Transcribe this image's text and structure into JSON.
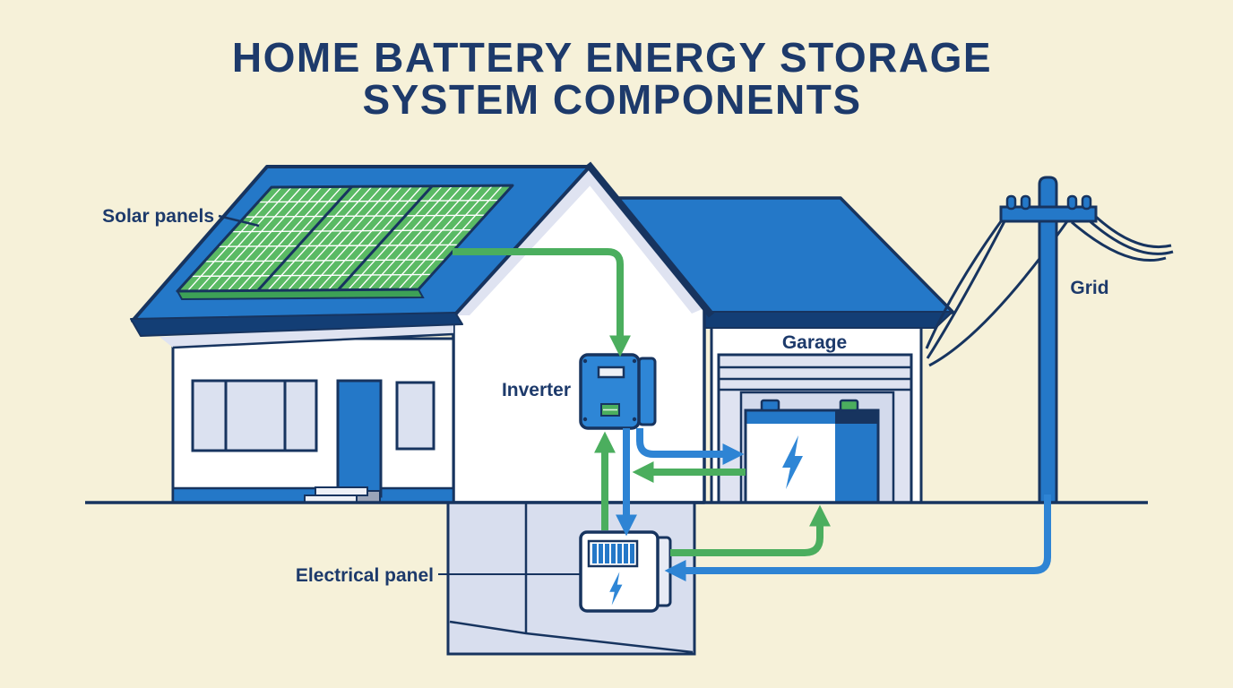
{
  "title": {
    "line1": "HOME BATTERY ENERGY STORAGE",
    "line2": "SYSTEM COMPONENTS"
  },
  "labels": {
    "solar_panels": "Solar panels",
    "inverter": "Inverter",
    "garage": "Garage",
    "grid": "Grid",
    "electrical_panel": "Electrical panel"
  },
  "colors": {
    "background": "#f6f1d9",
    "outline_navy": "#17345f",
    "text_navy": "#1d3a6b",
    "roof_blue": "#2478c8",
    "roof_edge_navy": "#133e75",
    "solar_panel_green": "#5aba64",
    "solar_panel_edge_green": "#3da156",
    "flow_green": "#4bae5e",
    "flow_blue": "#2e84d4",
    "device_blue": "#2e86d6",
    "trim_lavender": "#dfe3f1",
    "basement_lavender": "#d8deee",
    "white": "#ffffff"
  },
  "flows": [
    {
      "from": "solar-panels",
      "to": "inverter",
      "color": "green"
    },
    {
      "from": "electrical-panel",
      "to": "inverter",
      "color": "green"
    },
    {
      "from": "inverter",
      "to": "electrical-panel",
      "color": "blue"
    },
    {
      "from": "inverter",
      "to": "battery",
      "color": "blue"
    },
    {
      "from": "battery",
      "to": "inverter",
      "color": "green"
    },
    {
      "from": "electrical-panel",
      "to": "battery",
      "color": "green"
    },
    {
      "from": "grid",
      "to": "electrical-panel",
      "color": "blue"
    }
  ]
}
